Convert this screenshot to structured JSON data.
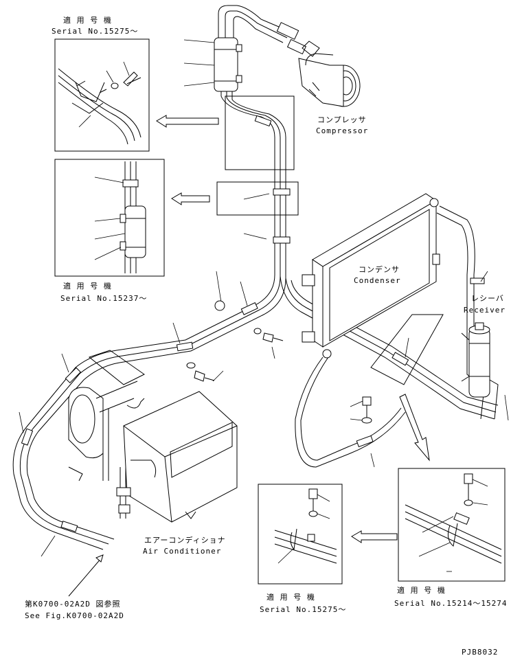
{
  "labels": {
    "top_left_jp": "適 用 号 機",
    "top_left_serial": "Serial No.15275～",
    "mid_left_jp": "適 用 号 機",
    "mid_left_serial": "Serial No.15237～",
    "compressor_jp": "コンプレッサ",
    "compressor_en": "Compressor",
    "condenser_jp": "コンデンサ",
    "condenser_en": "Condenser",
    "receiver_jp": "レシーバ",
    "receiver_en": "Receiver",
    "aircon_jp": "エアーコンディショナ",
    "aircon_en": "Air Conditioner",
    "fig_ref_jp": "第K0700-02A2D 図参照",
    "fig_ref_en": "See Fig.K0700-02A2D",
    "bottom_mid_jp": "適 用 号 機",
    "bottom_mid_serial": "Serial No.15275～",
    "bottom_right_jp": "適 用 号 機",
    "bottom_right_serial": "Serial No.15214～15274",
    "drawing_code": "PJB8032"
  }
}
